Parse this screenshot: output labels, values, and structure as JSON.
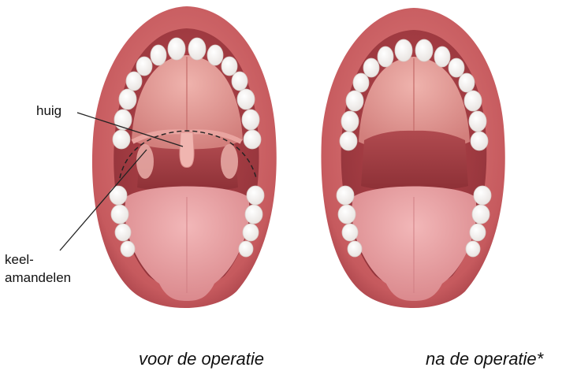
{
  "labels": {
    "uvula": "huig",
    "tonsils_line1": "keel-",
    "tonsils_line2": "amandelen"
  },
  "captions": {
    "before": "voor de operatie",
    "after": "na de operatie*"
  },
  "colors": {
    "lip": "#c65a5e",
    "lip_dark": "#a9434a",
    "mouth_inner": "#a93f45",
    "palate": "#dd8f8b",
    "throat": "#9c3b42",
    "tongue": "#e49da0",
    "teeth": "#ffffff",
    "leader_line": "#222222"
  }
}
